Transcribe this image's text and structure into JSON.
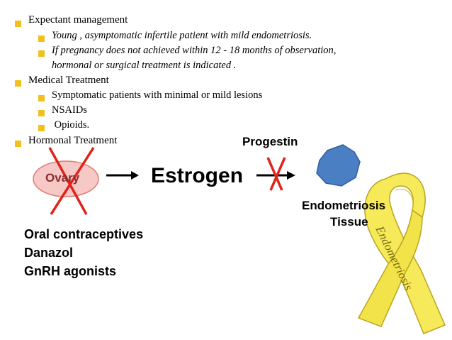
{
  "bullets": {
    "b1": "Expectant management",
    "b1_s1": "Young , asymptomatic infertile patient with mild endometriosis.",
    "b1_s2_line1": "If pregnancy does not achieved within 12 - 18 months of observation,",
    "b1_s2_line2": "hormonal or surgical treatment is indicated .",
    "b2": "Medical Treatment",
    "b2_s1": "Symptomatic patients with minimal or mild lesions",
    "b2_s2": "NSAIDs",
    "b2_s3": " Opioids.",
    "b3": "Hormonal Treatment"
  },
  "diagram": {
    "ovary": "Ovary",
    "estrogen": "Estrogen",
    "progestin": "Progestin",
    "tissue_line1": "Endometriosis",
    "tissue_line2": "Tissue",
    "drugs": [
      "Oral contraceptives",
      "Danazol",
      "GnRH agonists"
    ],
    "ribbon_text": "Endometriosis"
  },
  "colors": {
    "bullet": "#f2c01e",
    "cross": "#e0231b",
    "ovary_fill": "#f7c9c6",
    "tissue": "#4a7fc4",
    "ribbon": "#f6ea5a"
  }
}
